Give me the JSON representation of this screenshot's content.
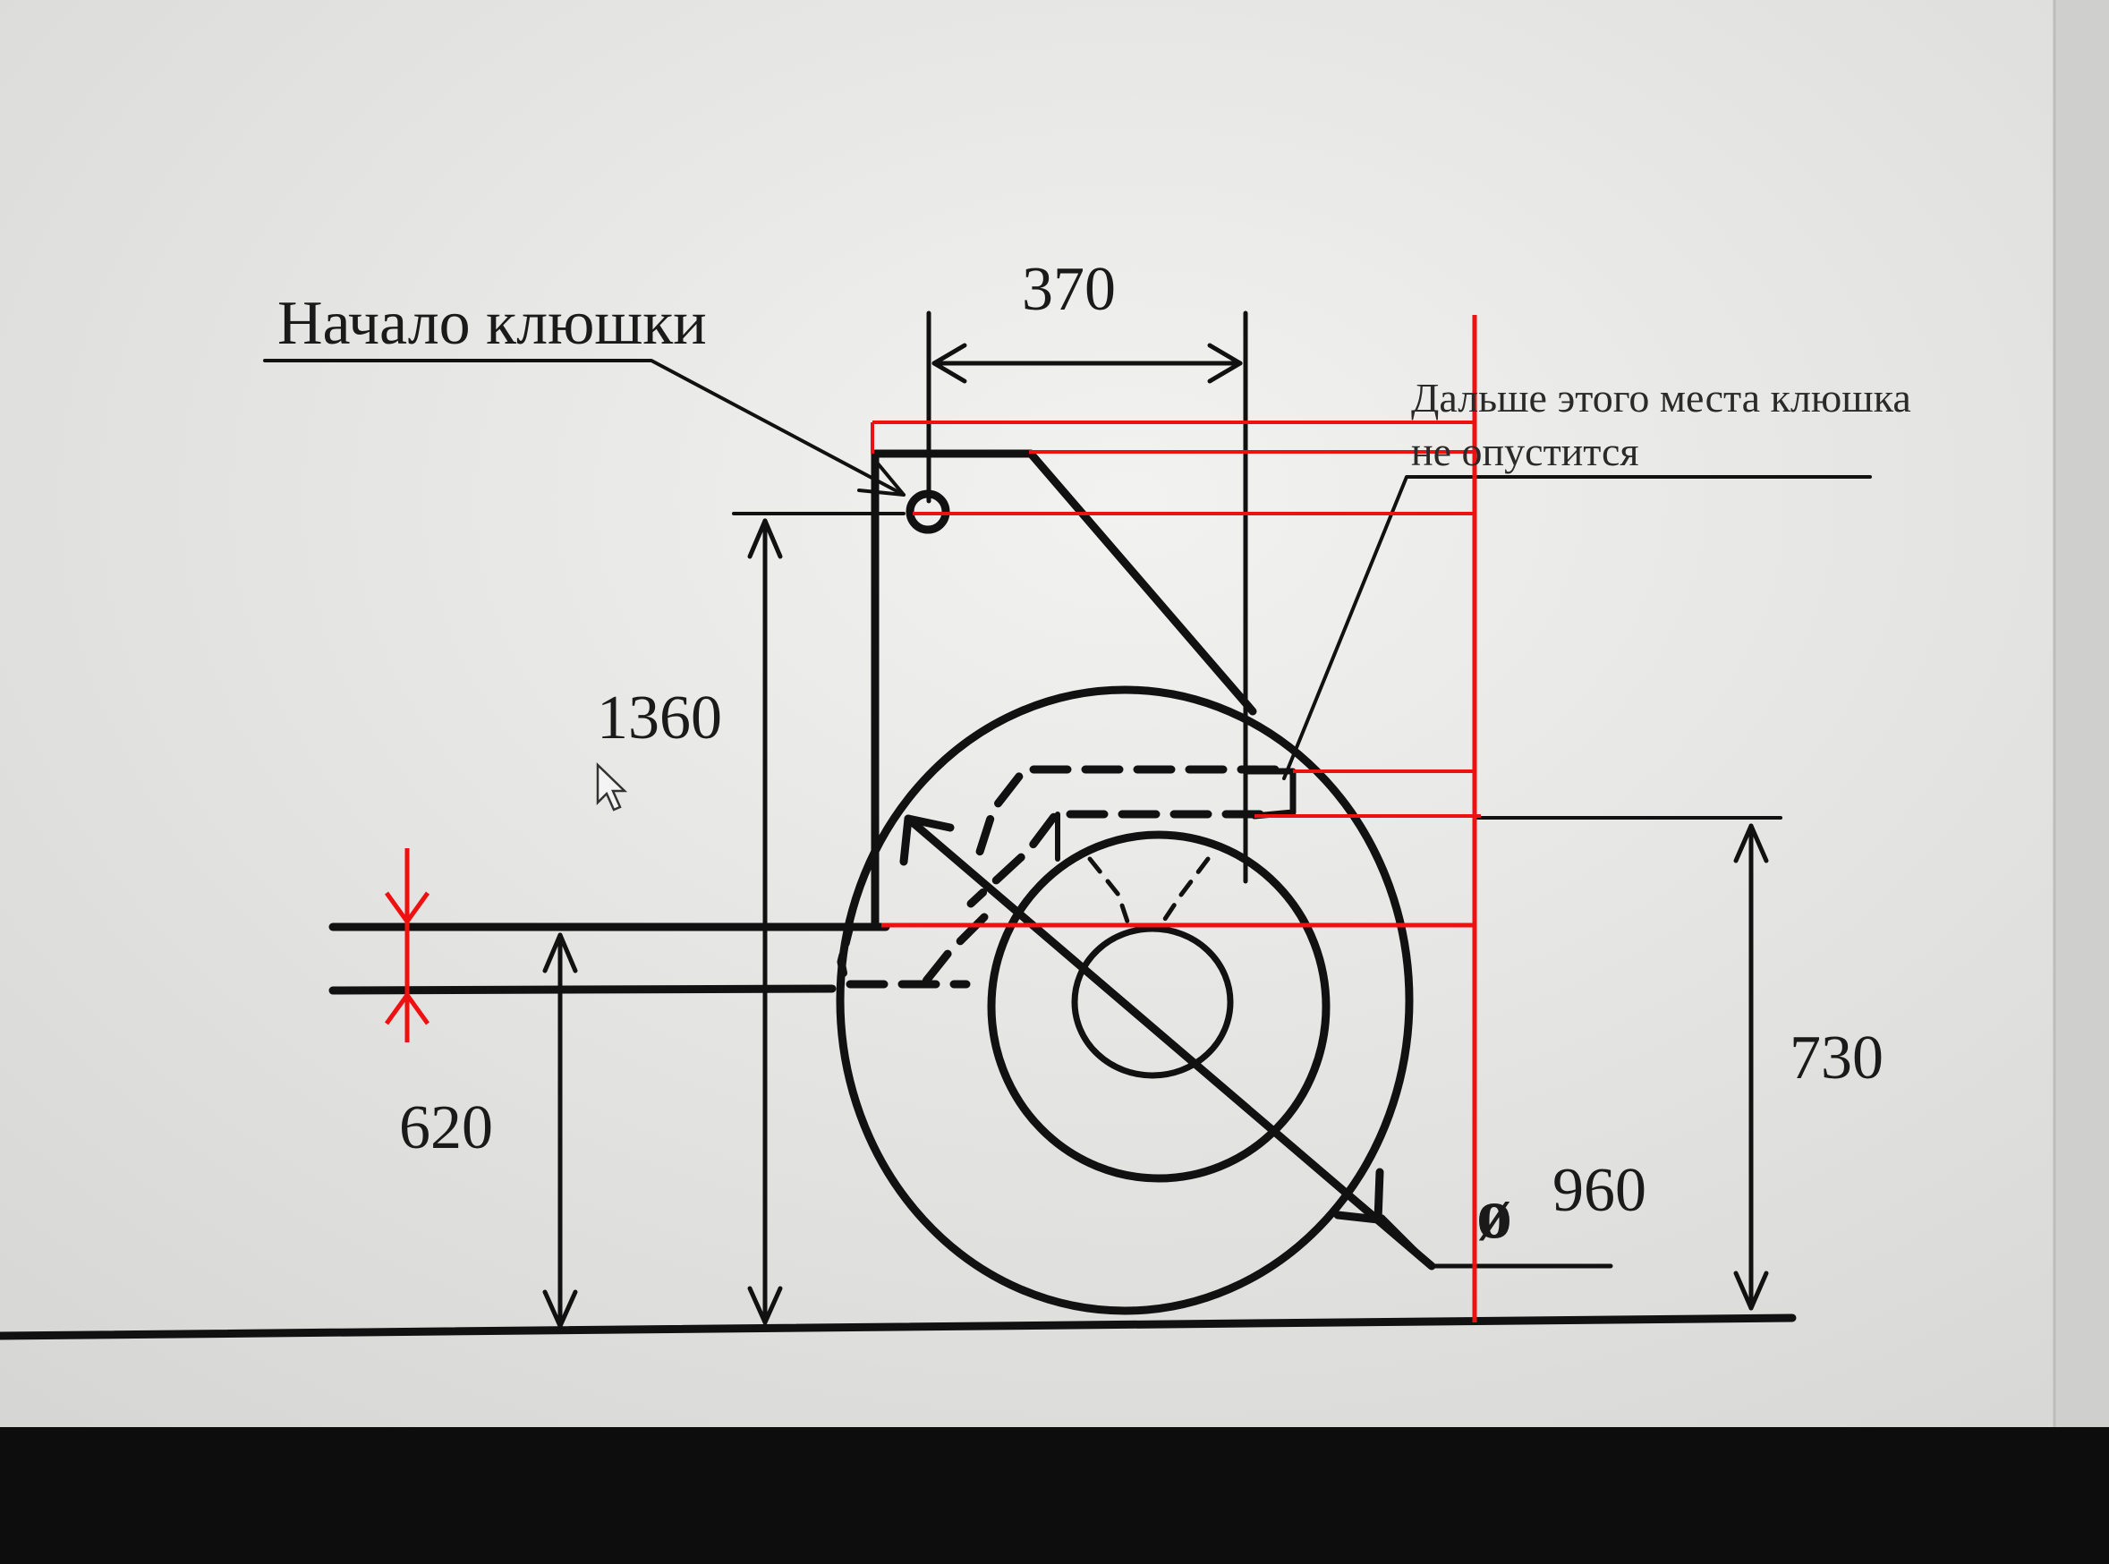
{
  "labels": {
    "title": "Начало клюшки",
    "note_line1": "Дальше этого места клюшка",
    "note_line2": "не опустится"
  },
  "dimensions": {
    "width_top": "370",
    "height_left": "1360",
    "height_low": "620",
    "height_right": "730",
    "diameter_symbol": "ø",
    "diameter": "960"
  },
  "colors": {
    "screen_bg": "#e6e6e4",
    "bezel": "#0d0d0d",
    "drawing_ink": "#111111",
    "markup_red": "#ee1111"
  }
}
